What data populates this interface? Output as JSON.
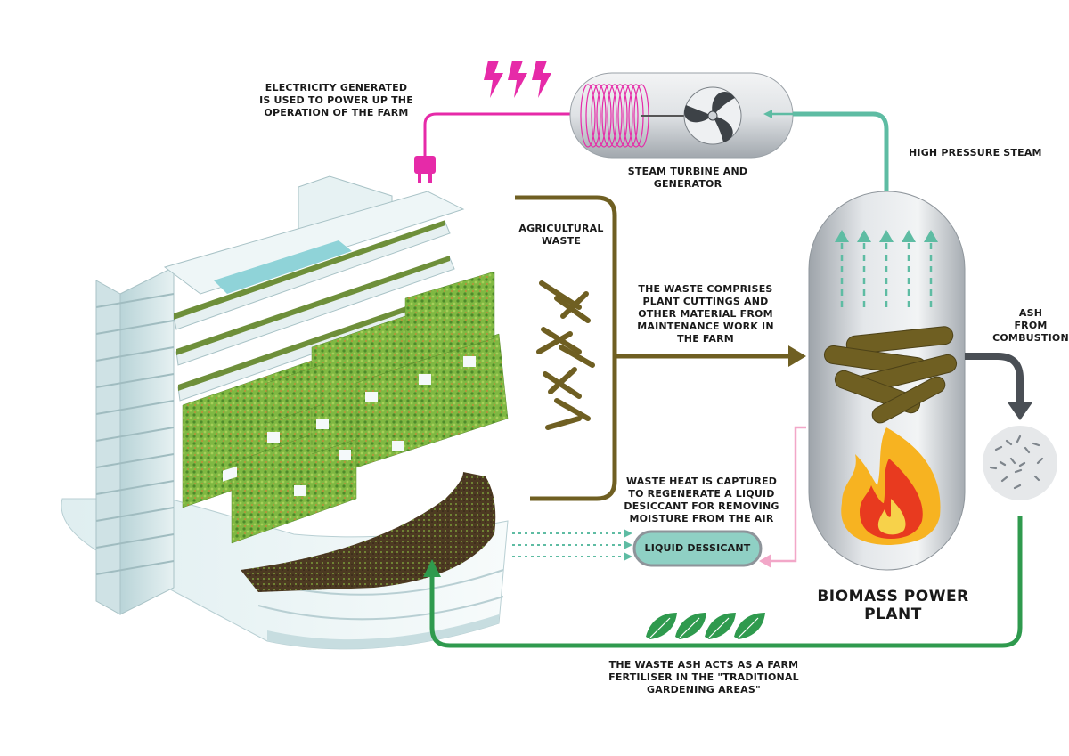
{
  "labels": {
    "electricity": "ELECTRICITY GENERATED\nIS USED TO POWER UP THE\nOPERATION OF THE FARM",
    "turbine": "STEAM TURBINE AND GENERATOR",
    "high_pressure_steam": "HIGH PRESSURE STEAM",
    "agricultural_waste": "AGRICULTURAL\nWASTE",
    "waste_comprises": "THE WASTE COMPRISES\nPLANT CUTTINGS AND\nOTHER MATERIAL FROM\nMAINTENANCE WORK IN\nTHE FARM",
    "ash": "ASH\nFROM\nCOMBUSTION",
    "waste_heat": "WASTE HEAT IS CAPTURED\nTO REGENERATE A LIQUID\nDESICCANT FOR REMOVING\nMOISTURE FROM THE AIR",
    "liquid_dessicant": "LIQUID DESSICANT",
    "biomass_plant": "BIOMASS POWER PLANT",
    "fertiliser": "THE WASTE ASH ACTS AS A FARM\nFERTILISER IN THE \"TRADITIONAL\nGARDENING AREAS\""
  },
  "colors": {
    "electricity": "#e62aa8",
    "steam": "#5ebca3",
    "waste": "#6f5f22",
    "ash_arrow": "#4a4f55",
    "fertiliser": "#2f9a4e",
    "heat": "#f2a7c8",
    "plant_vessel": "#c9ced3",
    "greenery": "#6fae3a"
  },
  "icons": [
    "lightning-bolts-icon",
    "plug-icon",
    "fan-turbine-icon",
    "coil-icon",
    "flame-icon",
    "leaf-icon",
    "wood-pile-icon",
    "ash-pile-icon"
  ]
}
